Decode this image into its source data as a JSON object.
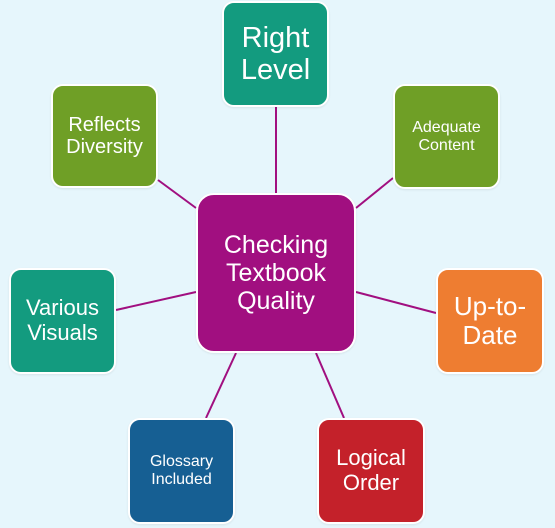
{
  "center": {
    "label": "Checking\nTextbook\nQuality",
    "color": "#a10f80"
  },
  "nodes": {
    "right_level": {
      "label": "Right\nLevel",
      "color": "#139b7f"
    },
    "adequate_content": {
      "label": "Adequate\nContent",
      "color": "#6f9f26"
    },
    "reflects_diversity": {
      "label": "Reflects\nDiversity",
      "color": "#6f9f26"
    },
    "up_to_date": {
      "label": "Up-to-\nDate",
      "color": "#ee7d31"
    },
    "various_visuals": {
      "label": "Various\nVisuals",
      "color": "#139b7f"
    },
    "glossary_included": {
      "label": "Glossary\nIncluded",
      "color": "#165f93"
    },
    "logical_order": {
      "label": "Logical\nOrder",
      "color": "#c4212a"
    }
  },
  "connector_color": "#a10f80",
  "background_color": "#e6f6fc"
}
